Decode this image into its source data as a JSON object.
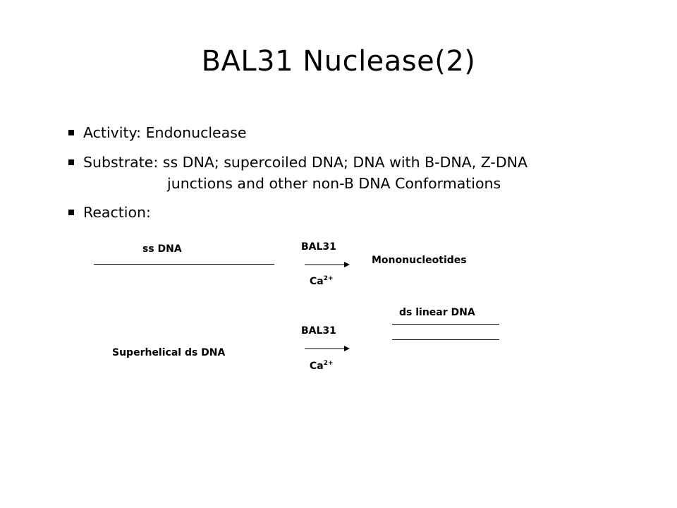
{
  "title": "BAL31 Nuclease(2)",
  "bullets": [
    {
      "text": "Activity: Endonuclease"
    },
    {
      "text": "Substrate: ss DNA; supercoiled DNA; DNA with B-DNA, Z-DNA",
      "continuation": "junctions and other non-B DNA Conformations"
    },
    {
      "text": "Reaction:"
    }
  ],
  "reaction1": {
    "substrate": "ss DNA",
    "enzyme": "BAL31",
    "cofactor": "Ca",
    "cofactor_charge": "2+",
    "product": "Mononucleotides"
  },
  "reaction2": {
    "substrate": "Superhelical ds DNA",
    "enzyme": "BAL31",
    "cofactor": "Ca",
    "cofactor_charge": "2+",
    "product": "ds linear DNA"
  }
}
